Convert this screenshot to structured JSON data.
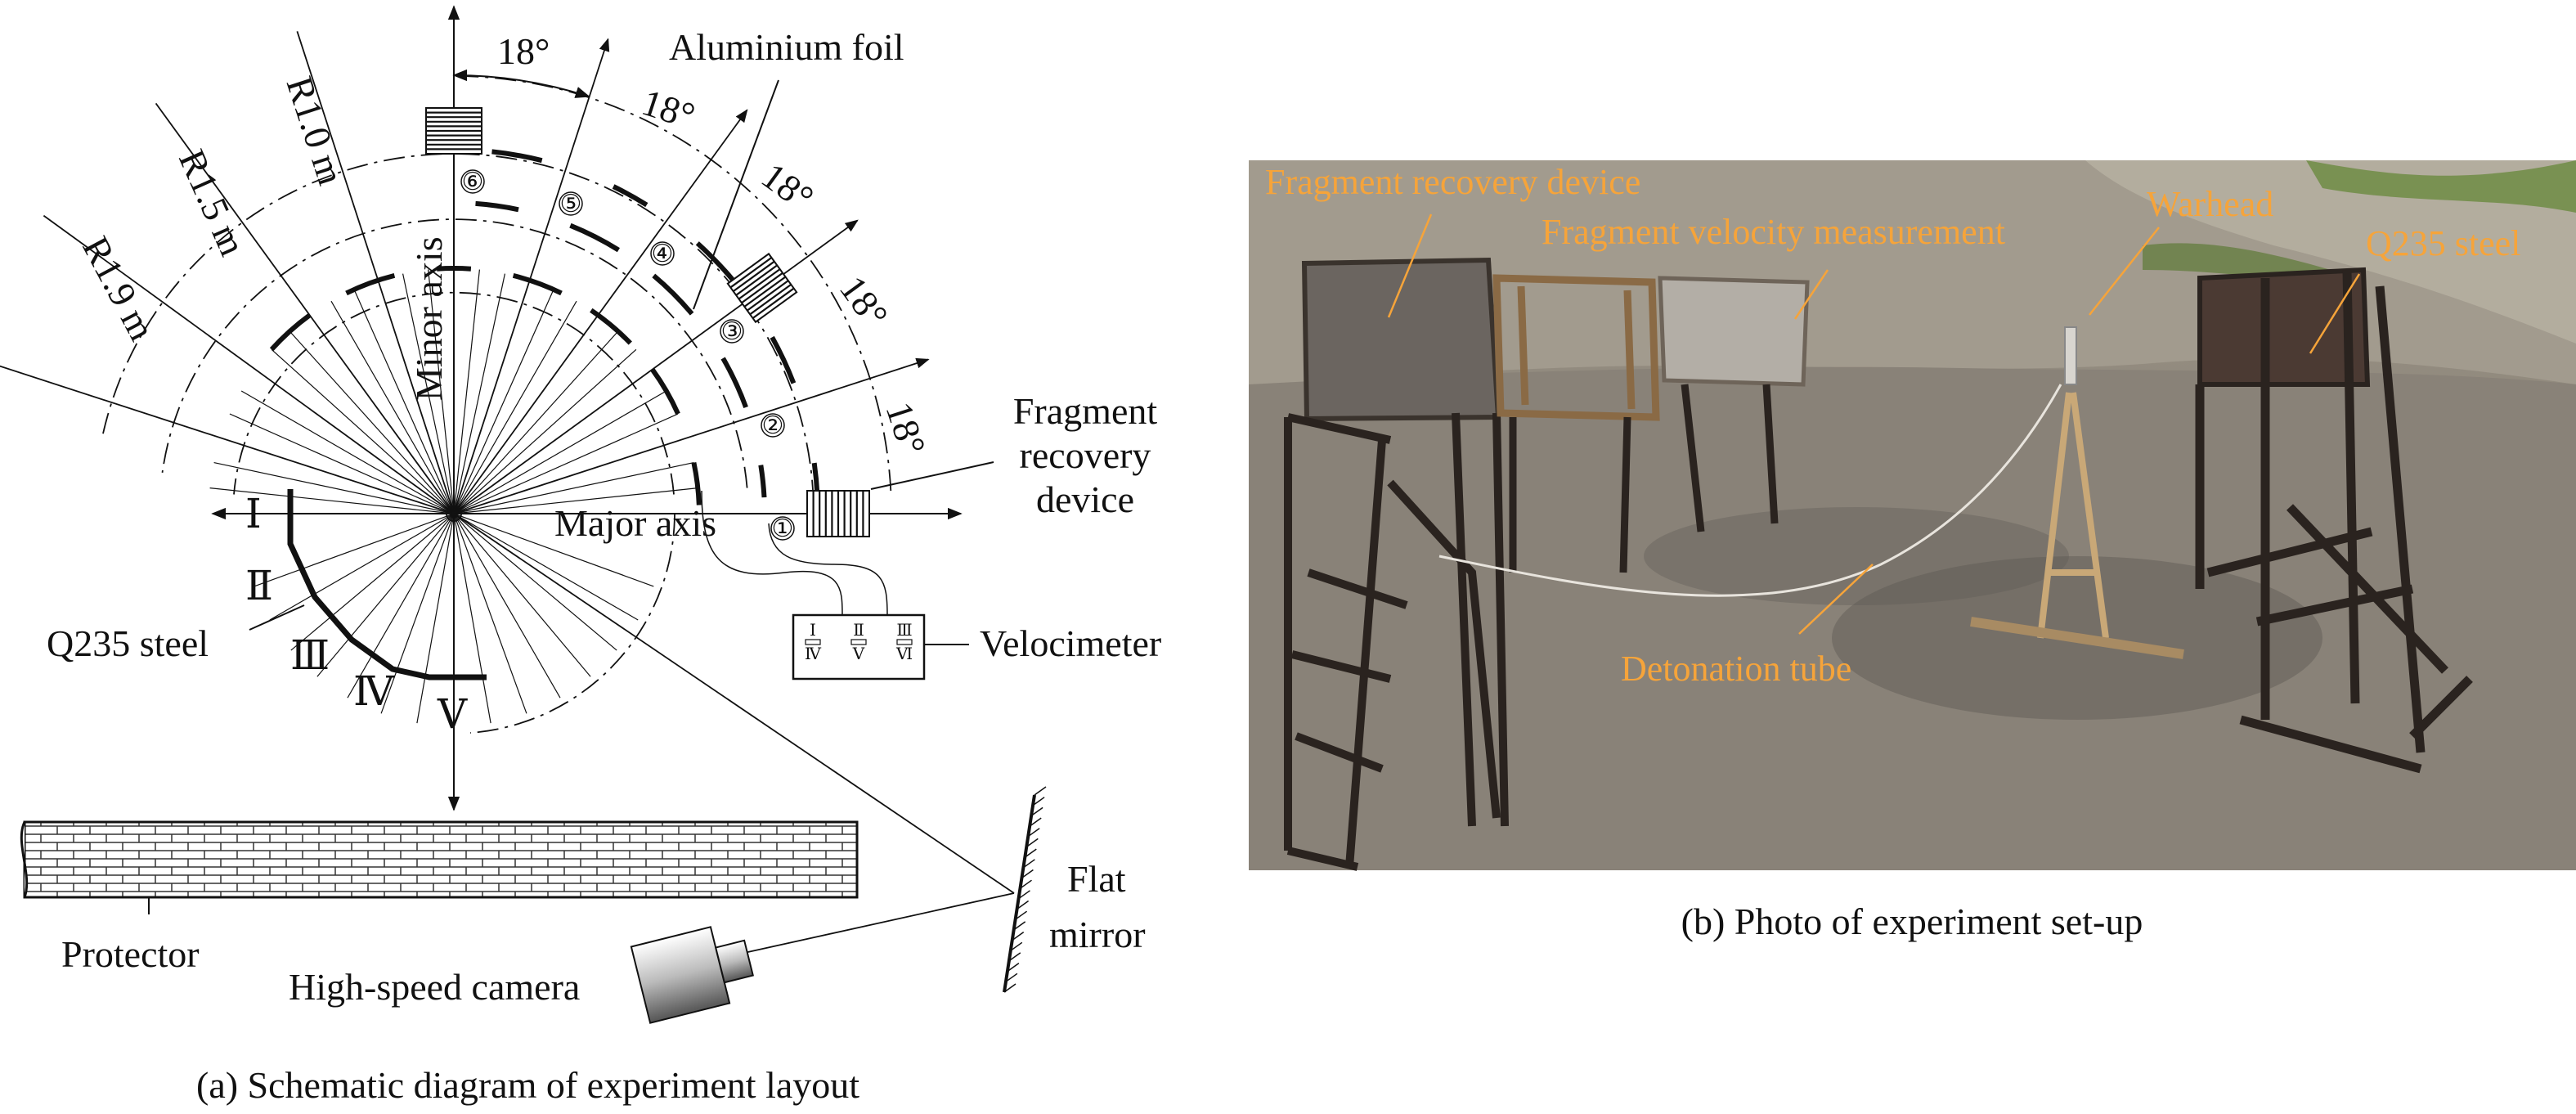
{
  "schematic": {
    "radius_labels": [
      "R1.9 m",
      "R1.5 m",
      "R1.0 m"
    ],
    "angle_label": "18°",
    "aluminium_foil": "Aluminium foil",
    "minor_axis": "Minor axis",
    "major_axis": "Major axis",
    "fragment_recovery_device": [
      "Fragment",
      "recovery",
      "device"
    ],
    "station_numbers": [
      "①",
      "②",
      "③",
      "④",
      "⑤",
      "⑥"
    ],
    "plate_numerals": [
      "Ⅰ",
      "Ⅱ",
      "Ⅲ",
      "Ⅳ",
      "Ⅴ"
    ],
    "q235_steel": "Q235 steel",
    "velocimeter": "Velocimeter",
    "velocimeter_channels": [
      "Ⅰ",
      "Ⅱ",
      "Ⅲ",
      "Ⅳ",
      "Ⅴ",
      "Ⅵ"
    ],
    "protector": "Protector",
    "high_speed_camera": "High-speed camera",
    "flat_mirror": [
      "Flat",
      "mirror"
    ],
    "caption": "(a) Schematic diagram of experiment layout"
  },
  "photo": {
    "labels": {
      "fragment_recovery_device": "Fragment recovery device",
      "fragment_velocity_measurement": "Fragment velocity measurement",
      "warhead": "Warhead",
      "q235_steel": "Q235 steel",
      "detonation_tube": "Detonation tube"
    },
    "caption": "(b) Photo of experiment set-up"
  },
  "colors": {
    "line": "#111111",
    "label_orange": "#f6a43a",
    "ground": "#8c8479",
    "sky_rock": "#a9a193"
  }
}
